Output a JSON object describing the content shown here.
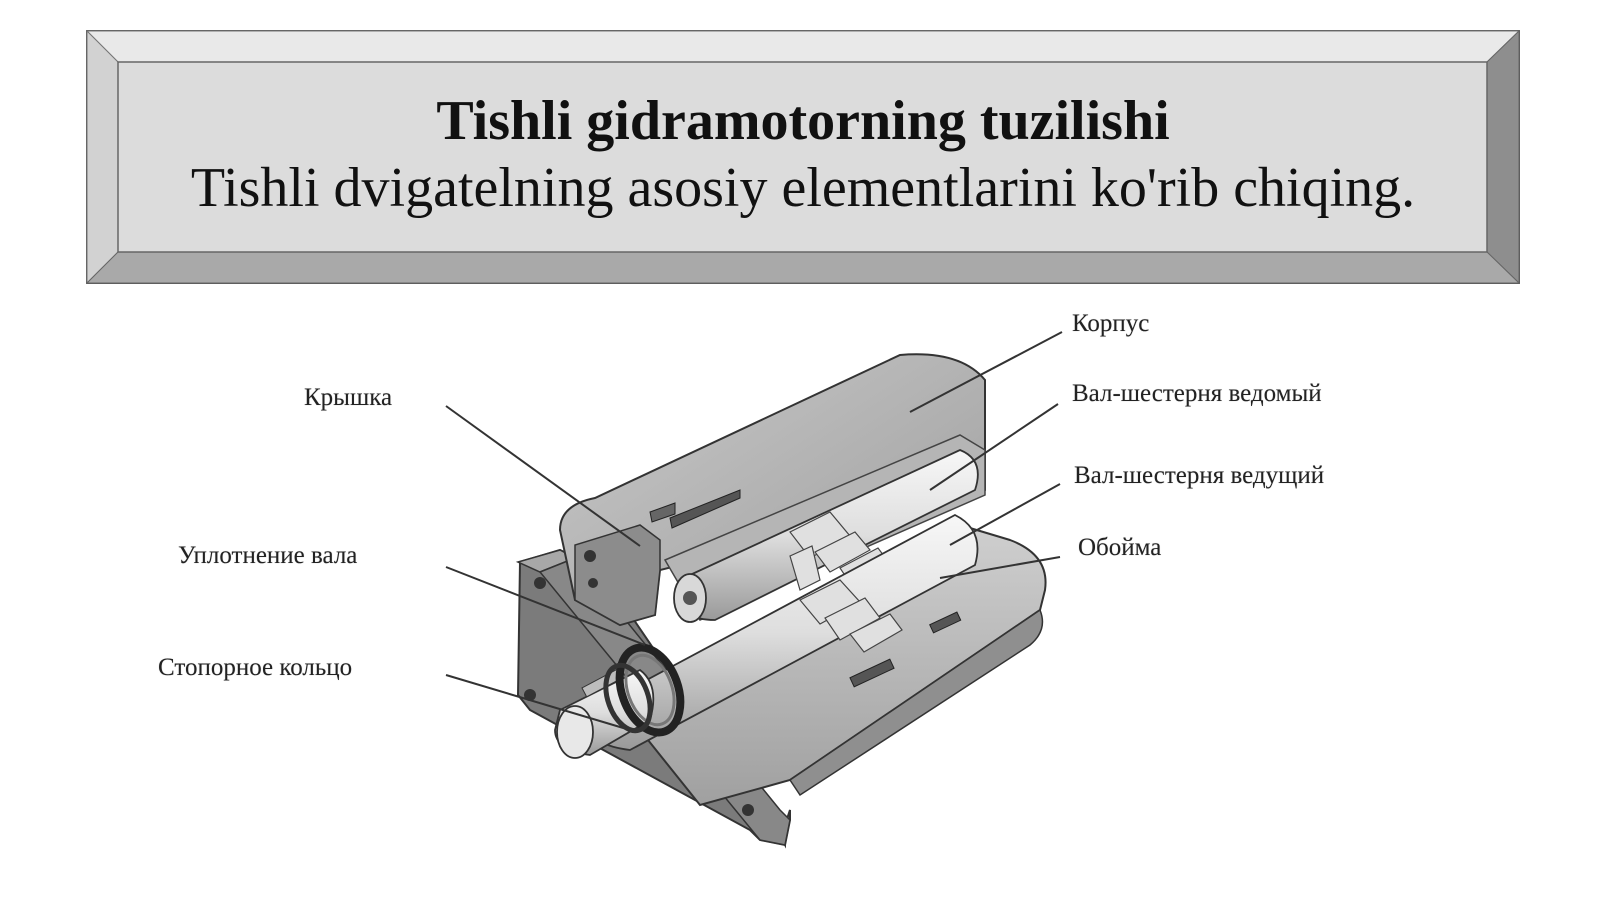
{
  "header": {
    "title": "Tishli gidramotorning tuzilishi",
    "subtitle": "Tishli dvigatelning asosiy elementlarini ko'rib chiqing."
  },
  "diagram": {
    "labels": {
      "housing": "Корпус",
      "cover": "Крышка",
      "driven_gear_shaft": "Вал-шестерня ведомый",
      "driving_gear_shaft": "Вал-шестерня ведущий",
      "shaft_seal": "Уплотнение вала",
      "bushing_cage": "Обойма",
      "retaining_ring": "Стопорное кольцо"
    }
  },
  "colors": {
    "frame_light": "#e6e6e6",
    "frame_face": "#d9d9d9",
    "frame_dark": "#8c8c8c",
    "metal_dark": "#6e6e6e",
    "metal_mid": "#a6a6a6",
    "metal_light": "#d4d4d4",
    "shaft_highlight": "#f2f2f2"
  }
}
